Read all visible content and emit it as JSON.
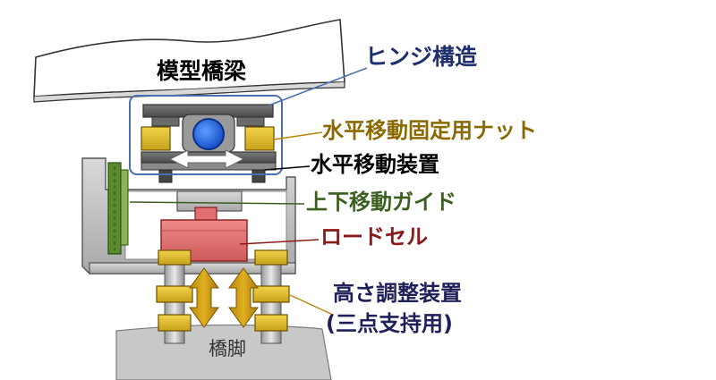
{
  "labels": {
    "model_girder": "模型橋梁",
    "hinge_structure": "ヒンジ構造",
    "horizontal_fixing_nut": "水平移動固定用ナット",
    "horizontal_movement_device": "水平移動装置",
    "vertical_guide": "上下移動ガイド",
    "load_cell": "ロードセル",
    "height_adjust_line1": "高さ調整装置",
    "height_adjust_line2": "(三点支持用)",
    "pier": "橋脚"
  },
  "colors": {
    "hinge_label": "#1f2f6e",
    "nut_label": "#8a6a00",
    "device_label": "#000000",
    "guide_label": "#3a5f1f",
    "load_cell_label": "#8b1a1a",
    "height_label": "#1f1f5a",
    "girder_label": "#000000",
    "pier_label": "#333333"
  }
}
